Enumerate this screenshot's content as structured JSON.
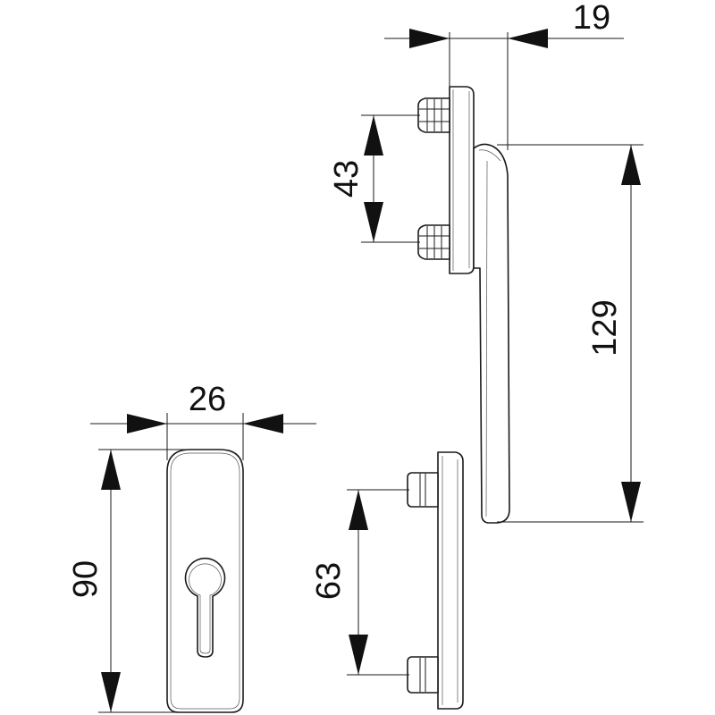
{
  "diagram": {
    "colors": {
      "line": "#1a1a1a",
      "text": "#111111",
      "background": "#ffffff"
    },
    "dimensions": {
      "handle_offset": "19",
      "rose_spacing": "43",
      "handle_length": "129",
      "escutcheon_width": "26",
      "escutcheon_height": "90",
      "back_plate_spacing": "63"
    }
  }
}
